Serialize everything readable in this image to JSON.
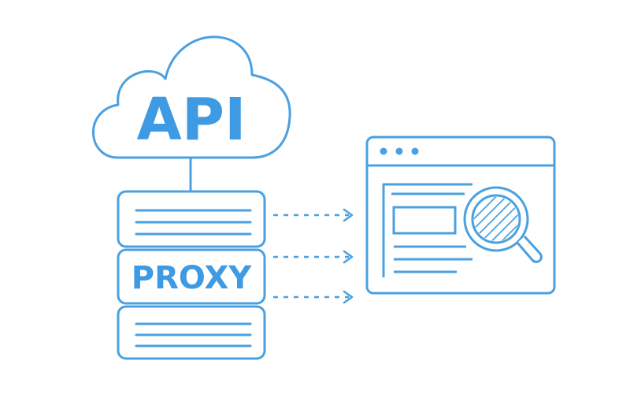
{
  "colors": {
    "stroke": "#4aa0e0",
    "text": "#3d9ae3",
    "background": "#ffffff"
  },
  "cloud": {
    "label": "API",
    "icon": "cloud-icon"
  },
  "server": {
    "label": "PROXY",
    "icon": "server-stack-icon",
    "units": 3
  },
  "arrows": {
    "count": 3,
    "style": "dashed",
    "icon": "dashed-arrow-right-icon"
  },
  "browser": {
    "icon": "browser-window-icon",
    "window_dots": 3,
    "magnifier_icon": "magnifying-glass-icon"
  }
}
